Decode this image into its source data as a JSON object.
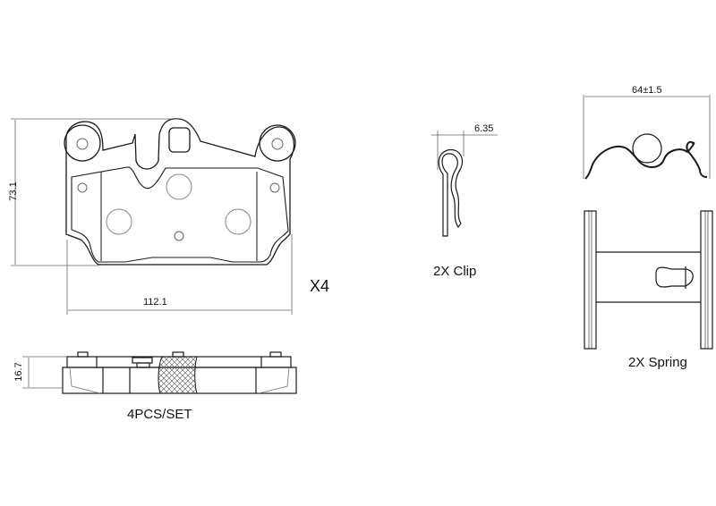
{
  "pad_front": {
    "height_dim": "73.1",
    "width_dim": "112.1",
    "quantity_multiplier": "X4"
  },
  "pad_side": {
    "thickness_dim": "16.7",
    "caption": "4PCS/SET"
  },
  "clip": {
    "width_dim": "6.35",
    "caption": "2X Clip"
  },
  "spring": {
    "width_dim": "64±1.5",
    "caption": "2X Spring"
  },
  "colors": {
    "line": "#1a1a1a",
    "thin_line": "#666666",
    "background": "#ffffff"
  }
}
